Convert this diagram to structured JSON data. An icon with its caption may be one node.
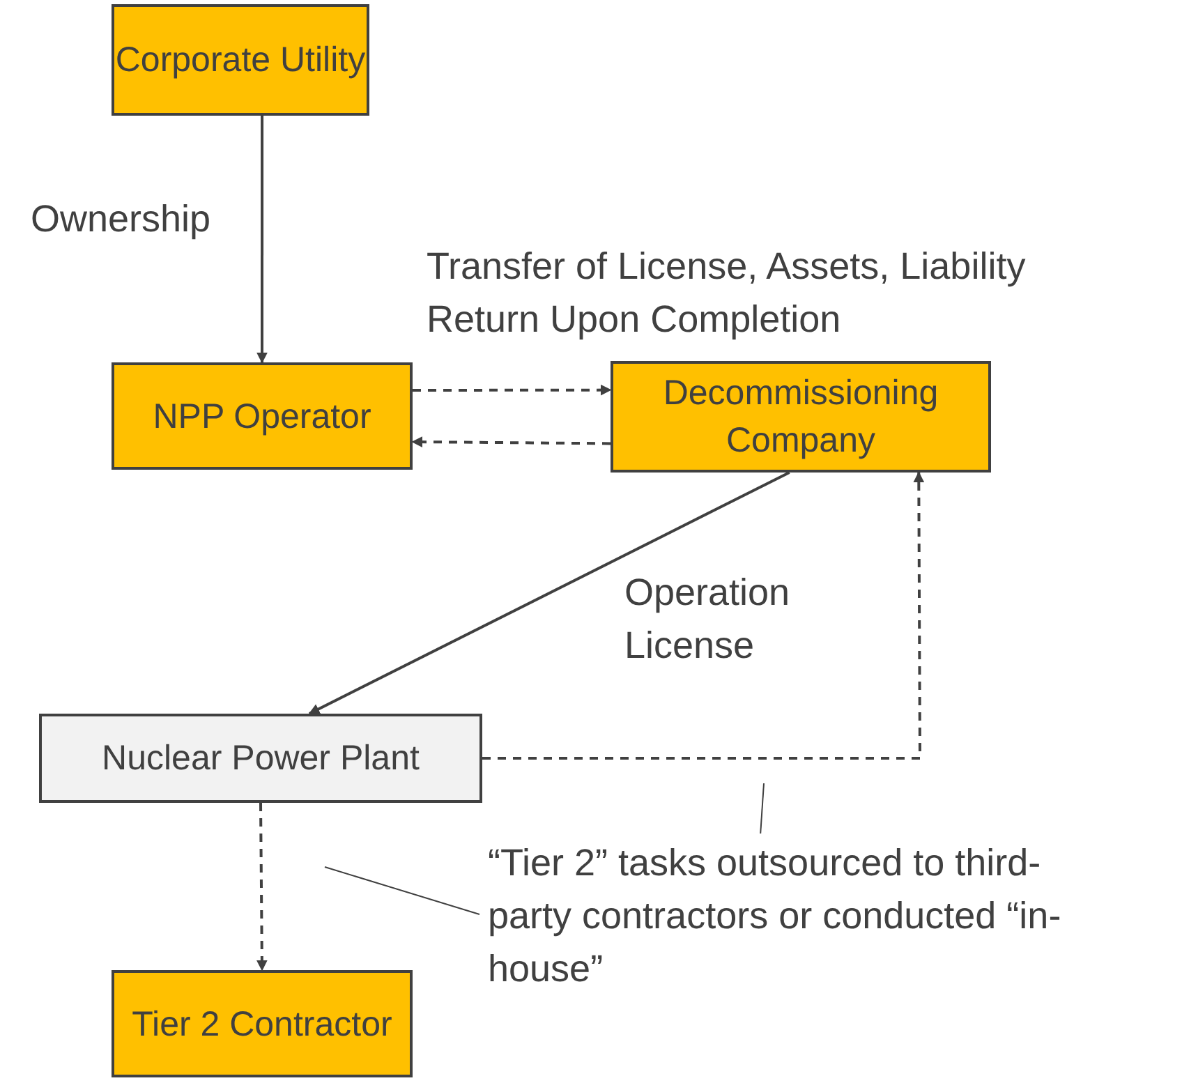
{
  "diagram": {
    "nodes": [
      {
        "text": [
          "Corporate Utility"
        ]
      },
      {
        "text": [
          "NPP Operator"
        ]
      },
      {
        "text": [
          "Decommissioning Company"
        ]
      },
      {
        "text": [
          "Nuclear Power Plant"
        ]
      },
      {
        "text": [
          "Tier 2 Contractor"
        ]
      },
      {
        "text": [
          "“Tier 2” tasks outsourced to third-party contractors or conducted “in-house”"
        ]
      }
    ],
    "edges": [
      {
        "from": 0,
        "to": 1,
        "arrow": "to",
        "label": "Ownership"
      },
      {
        "from": 1,
        "to": 2,
        "arrow": "to",
        "style": "dashed",
        "label": "Transfer of License, Assets, Liability"
      },
      {
        "from": 2,
        "to": 1,
        "arrow": "to",
        "style": "dashed",
        "label": "Return Upon Completion"
      },
      {
        "from": 2,
        "to": 3,
        "arrow": "to",
        "label": "Operation License"
      },
      {
        "from": 3,
        "to": 2,
        "arrow": "to",
        "style": "dashed"
      },
      {
        "from": 3,
        "to": 4,
        "arrow": "to",
        "style": "dashed"
      },
      {
        "from": 5,
        "to": null,
        "arrow": "none"
      },
      {
        "from": 5,
        "to": null,
        "arrow": "none"
      }
    ]
  }
}
